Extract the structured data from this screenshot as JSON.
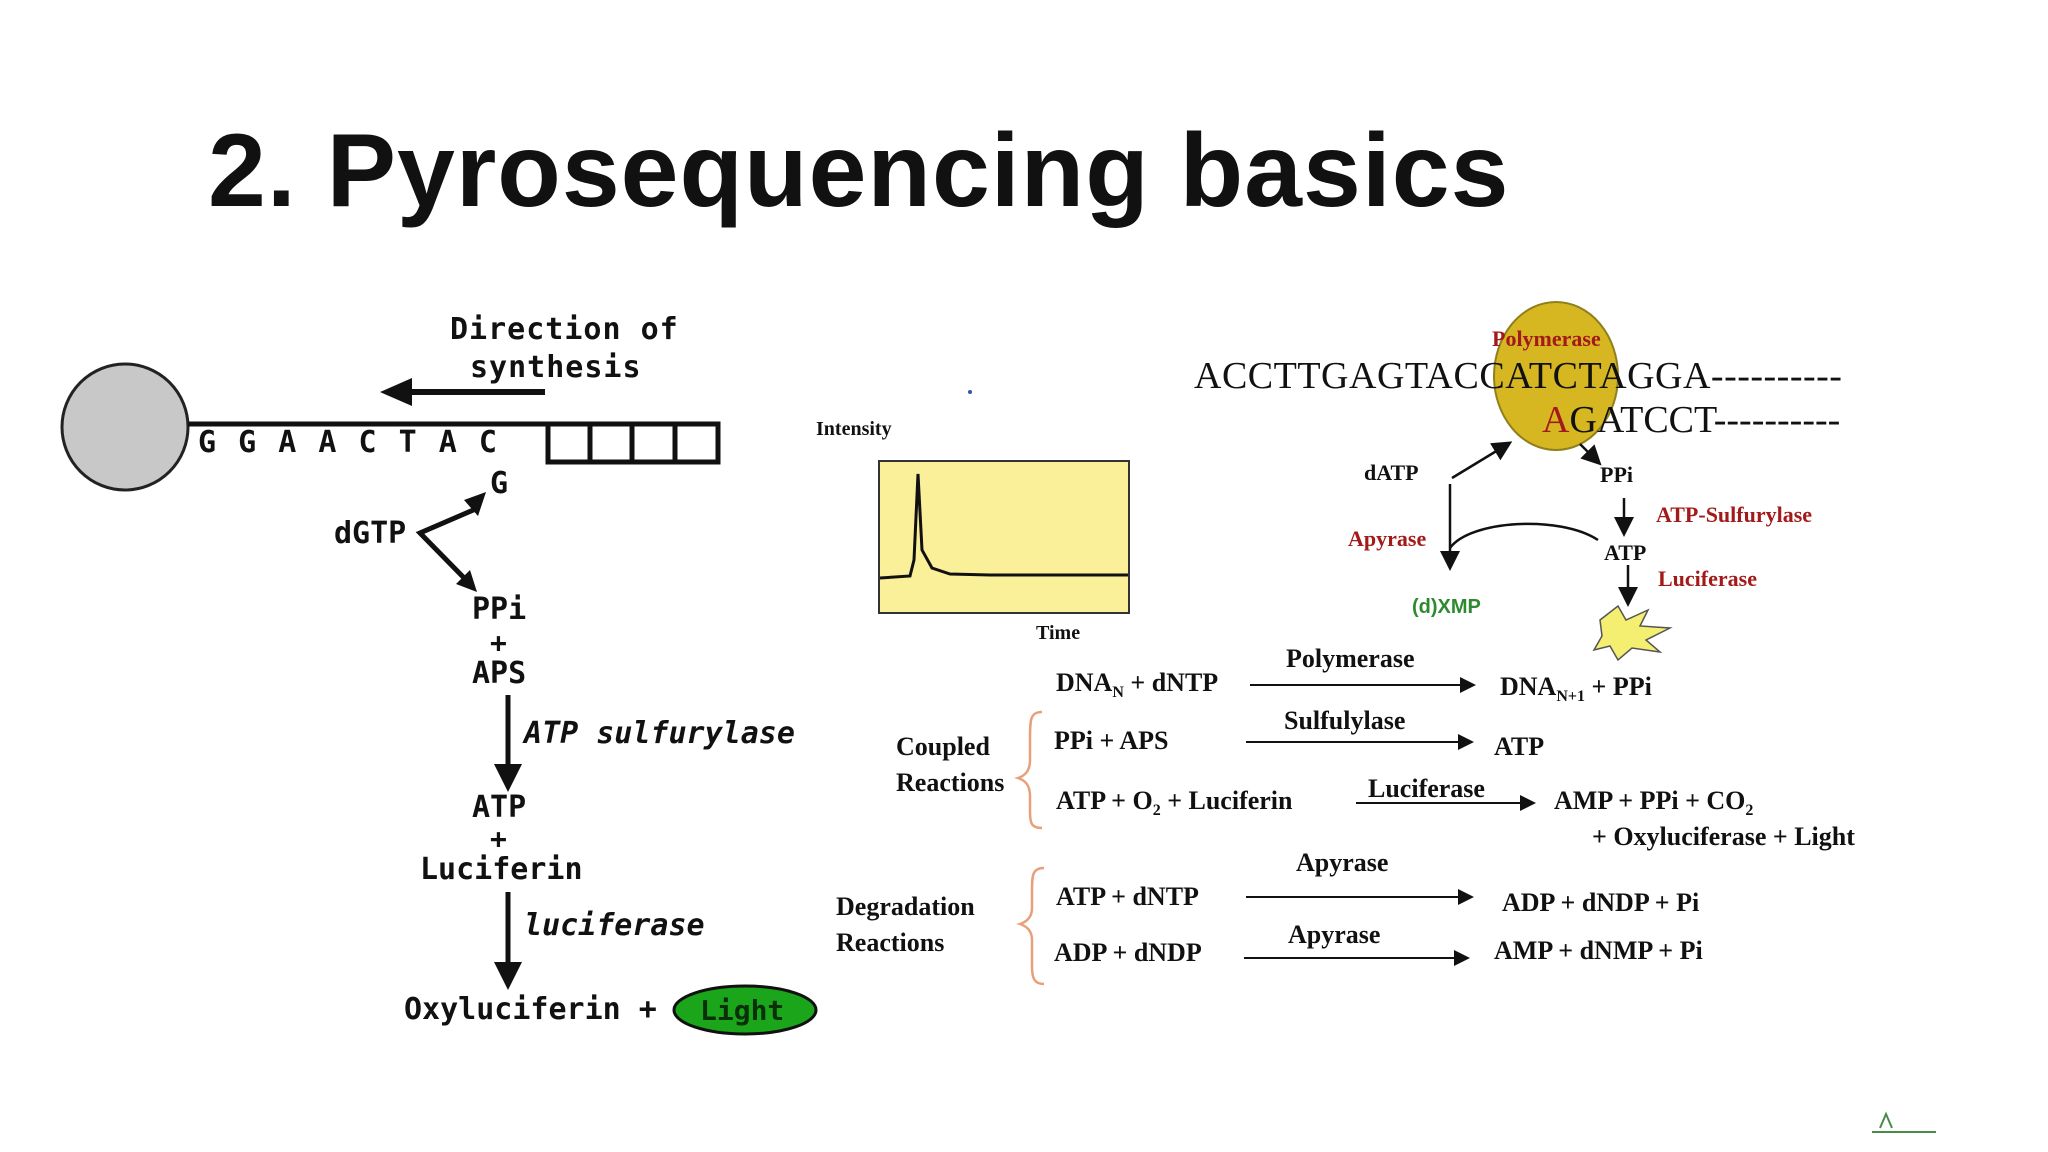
{
  "title": "2. Pyrosequencing basics",
  "left": {
    "direction_line1": "Direction of",
    "direction_line2": "synthesis",
    "sequence": "G G A A C T A C",
    "g": "G",
    "dgtp": "dGTP",
    "ppi": "PPi",
    "plus1": "+",
    "aps": "APS",
    "atp_sulfurylase": "ATP sulfurylase",
    "atp": "ATP",
    "plus2": "+",
    "luciferin": "Luciferin",
    "luciferase": "luciferase",
    "oxyluciferin": "Oxyluciferin +",
    "light": "Light"
  },
  "trace": {
    "ylabel": "Intensity",
    "xlabel": "Time"
  },
  "cycle": {
    "seq_top": "ACCTTGAGTACCATCTAGGA----------",
    "seq_bottom": "AGATCCT----------",
    "seq_bottom_first": "A",
    "seq_bottom_rest": "GATCCT----------",
    "polymerase": "Polymerase",
    "datp": "dATP",
    "ppi": "PPi",
    "atp_sulfurylase": "ATP-Sulfurylase",
    "apyrase": "Apyrase",
    "atp": "ATP",
    "luciferase": "Luciferase",
    "dxmp": "(d)XMP"
  },
  "reactions": {
    "r1_left": "DNA",
    "r1_left_sub": "N",
    "r1_left_rest": " + dNTP",
    "r1_enzyme": "Polymerase",
    "r1_right": "DNA",
    "r1_right_sub": "N+1",
    "r1_right_rest": " + PPi",
    "coupled_line1": "Coupled",
    "coupled_line2": "Reactions",
    "r2_left": "PPi + APS",
    "r2_enzyme": "Sulfulylase",
    "r2_right": "ATP",
    "r3_left_a": "ATP + O",
    "r3_left_sub": "2",
    "r3_left_b": " + Luciferin",
    "r3_enzyme": "Luciferase",
    "r3_right_a": "AMP + PPi + CO",
    "r3_right_sub": "2",
    "r3_right_line2": "+ Oxyluciferase + Light",
    "degradation_line1": "Degradation",
    "degradation_line2": "Reactions",
    "r4_left": "ATP + dNTP",
    "r4_enzyme": "Apyrase",
    "r4_right": "ADP + dNDP + Pi",
    "r5_left": "ADP + dNDP",
    "r5_enzyme": "Apyrase",
    "r5_right": "AMP + dNMP + Pi"
  },
  "colors": {
    "enzyme_red": "#a31a1a",
    "xmp_green": "#2f8a2f",
    "light_green": "#1aa51a",
    "polymerase_gold": "#d4b417",
    "trace_bg": "#fbf09a",
    "bead_gray": "#c8c8c8",
    "brace_orange": "#e8a07a"
  }
}
